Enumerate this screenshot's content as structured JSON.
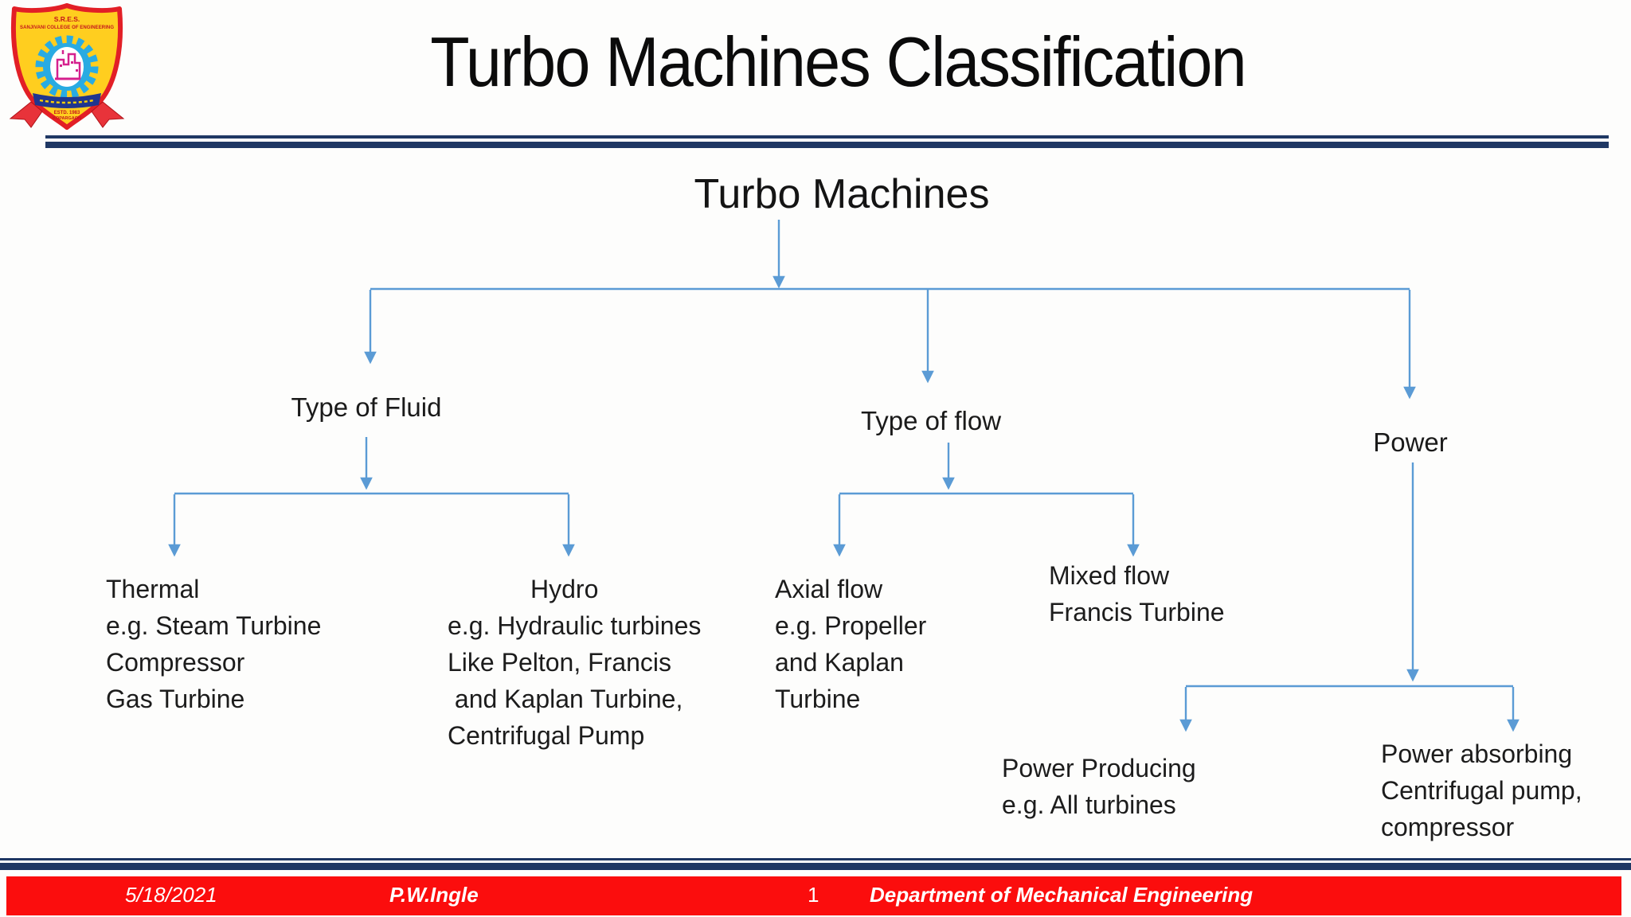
{
  "slide": {
    "title": "Turbo Machines Classification"
  },
  "logo": {
    "acronym": "S.R.E.S.",
    "name": "SANJIVANI COLLEGE OF ENGINEERING",
    "estd": "ESTD. 1983",
    "city": "KOPARGAON"
  },
  "tree": {
    "root": "Turbo Machines",
    "branch_fluid": {
      "label": "Type of Fluid",
      "thermal": [
        "Thermal",
        "e.g. Steam Turbine",
        "Compressor",
        "Gas Turbine"
      ],
      "hydro": [
        "Hydro",
        "e.g. Hydraulic turbines",
        "Like Pelton, Francis",
        " and Kaplan Turbine,",
        "Centrifugal Pump"
      ]
    },
    "branch_flow": {
      "label": "Type of flow",
      "axial": [
        "Axial flow",
        "e.g. Propeller",
        "and Kaplan",
        "Turbine"
      ],
      "mixed": [
        "Mixed flow",
        "Francis Turbine"
      ]
    },
    "branch_power": {
      "label": "Power",
      "producing": [
        "Power Producing",
        "e.g. All turbines"
      ],
      "absorbing": [
        "Power absorbing",
        "Centrifugal pump,",
        "compressor"
      ]
    }
  },
  "footer": {
    "date": "5/18/2021",
    "author": "P.W.Ingle",
    "page": "1",
    "department": "Department of Mechanical Engineering"
  },
  "colors": {
    "connector_blue": "#5b9bd5",
    "navy_rule": "#1f3864",
    "footer_red": "#fb0d0d",
    "logo_yellow": "#ffce1f",
    "logo_red": "#e21f26",
    "logo_gear_blue": "#29abe2",
    "logo_pink": "#d5218e"
  }
}
